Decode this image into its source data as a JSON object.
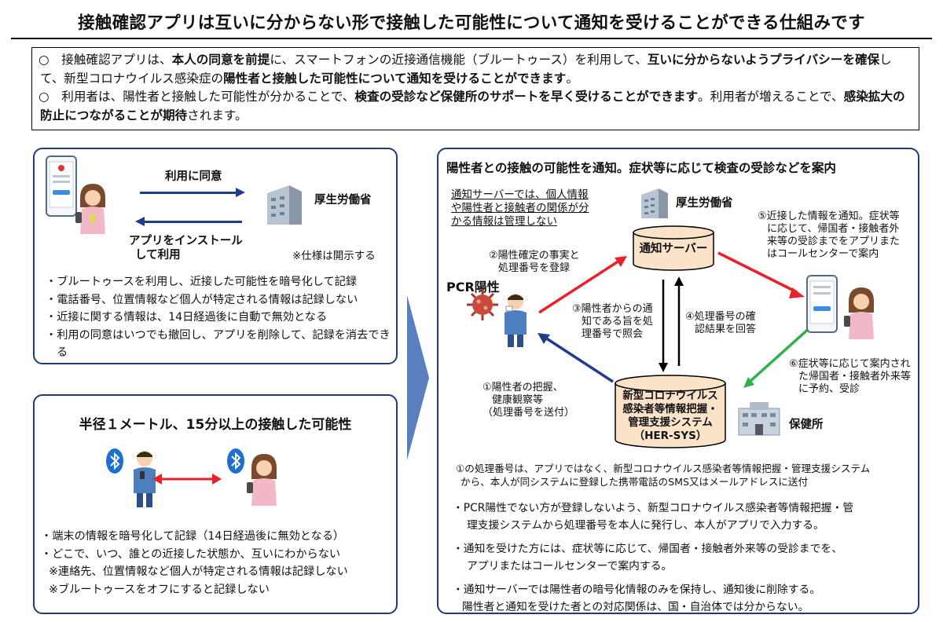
{
  "title": "接触確認アプリは互いに分からない形で接触した可能性について通知を受けることができる仕組みです",
  "intro": {
    "p1": {
      "marker": "○",
      "t1": "接触確認アプリは、",
      "b1": "本人の同意を前提",
      "t2": "に、スマートフォンの近接通信機能（ブルートゥース）を利用して、",
      "b2": "互いに分からないようプライバシーを確保",
      "t3": "して、新型コロナウイルス感染症の",
      "b3": "陽性者と接触した可能性について通知を受けることができます",
      "t4": "。"
    },
    "p2": {
      "marker": "○",
      "t1": "利用者は、陽性者と接触した可能性が分かることで、",
      "b1": "検査の受診など保健所のサポートを早く受けることができます",
      "t2": "。利用者が増えることで、",
      "b2": "感染拡大の防止につながることが期待",
      "t3": "されます。"
    }
  },
  "panel1": {
    "agree_label": "利用に同意",
    "install_label_1": "アプリをインストール",
    "install_label_2": "して利用",
    "ministry": "厚生労働省",
    "spec_note": "※仕様は開示する",
    "bullets": [
      "・ブルートゥースを利用し、近接した可能性を暗号化して記録",
      "・電話番号、位置情報など個人が特定される情報は記録しない",
      "・近接に関する情報は、14日経過後に自動で無効となる",
      "・利用の同意はいつでも撤回し、アプリを削除して、記録を消去できる"
    ]
  },
  "panel2": {
    "heading": "半径１メートル、15分以上の接触した可能性",
    "bullets": [
      "・端末の情報を暗号化して記録（14日経過後に無効となる）",
      "・どこで、いつ、誰との近接した状態か、互いにわからない",
      "※連絡先、位置情報など個人が特定される情報は記録しない",
      "※ブルートゥースをオフにすると記録しない"
    ]
  },
  "panel3": {
    "heading": "陽性者との接触の可能性を通知。症状等に応じて検査の受診などを案内",
    "server_note": [
      "通知サーバーでは、個人情報",
      "や陽性者と接触者の関係が分",
      "かる情報は管理しない"
    ],
    "ministry": "厚生労働省",
    "server": "通知サーバー",
    "pcr": "PCR陽性",
    "step2": [
      "②陽性確定の事実と",
      "処理番号を登録"
    ],
    "step3": [
      "③陽性者からの通",
      "知である旨を処",
      "理番号で照会"
    ],
    "step4": [
      "④処理番号の確",
      "認結果を回答"
    ],
    "step5": [
      "⑤近接した情報を通知。症状等",
      "に応じて、帰国者・接触者外",
      "来等の受診までをアプリまた",
      "はコールセンターで案内"
    ],
    "step1": [
      "①陽性者の把握、",
      "健康観察等",
      "（処理番号を送付）"
    ],
    "step6": [
      "⑥症状等に応じて案内され",
      "た帰国者・接触者外来等",
      "に予約、受診"
    ],
    "hersys": [
      "新型コロナウイルス",
      "感染者等情報把握・",
      "管理支援システム",
      "（HER-SYS）"
    ],
    "health_center": "保健所",
    "footnote": [
      "①の処理番号は、アプリではなく、新型コロナウイルス感染者等情報把握・管理支援システム",
      "から、本人が同システムに登録した携帯電話のSMS又はメールアドレスに送付"
    ],
    "bullets": [
      [
        "・PCR陽性でない方が登録しないよう、新型コロナウイルス感染者等情報把握・管",
        "理支援システムから処理番号を本人に発行し、本人がアプリで入力する。"
      ],
      [
        "・通知を受けた方には、症状等に応じて、帰国者・接触者外来等の受診までを、",
        "アプリまたはコールセンターで案内する。"
      ],
      [
        "・通知サーバーでは陽性者の暗号化情報のみを保持し、通知後に削除する。",
        "陽性者と通知を受けた者との対応関係は、国・自治体では分からない。"
      ]
    ]
  },
  "colors": {
    "panel_border": "#203a78",
    "arrow_blue": "#1f3d8a",
    "arrow_red": "#e8222a",
    "arrow_green": "#2db34a",
    "bluetooth": "#1e6fd1",
    "server_fill": "#fbe3c9"
  }
}
